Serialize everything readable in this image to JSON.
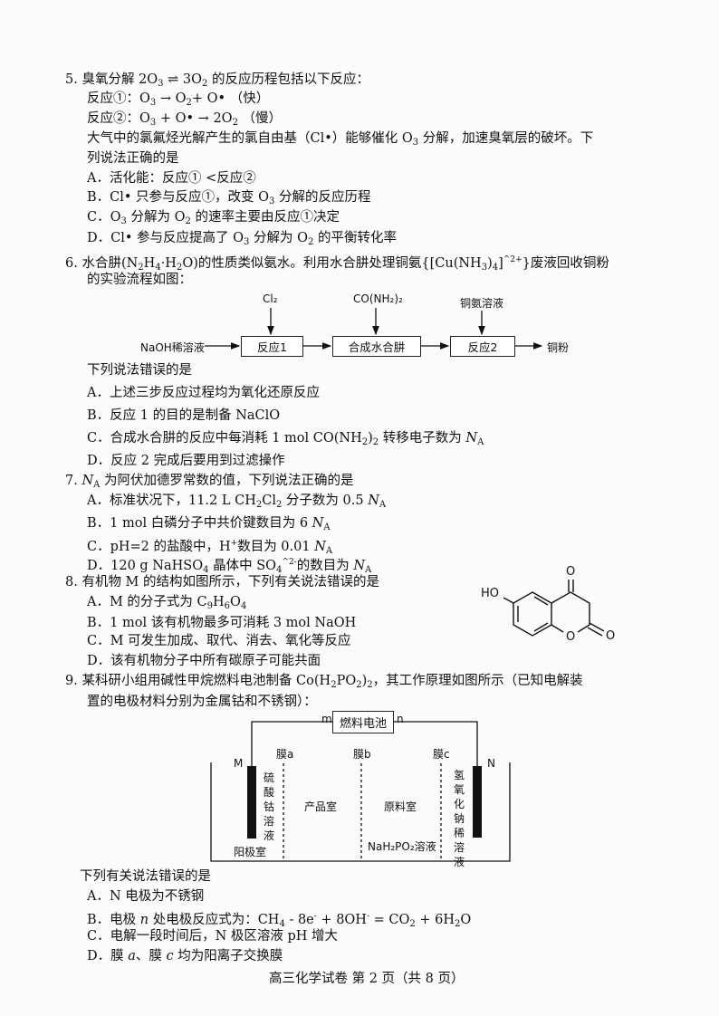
{
  "q5": {
    "stem": [
      "5.  臭氧分解 2O",
      "_3",
      " ⇌ 3O",
      "_2",
      " 的反应历程包括以下反应："
    ],
    "r1": [
      "反应①：O",
      "_3",
      " → O",
      "_2",
      "+ O•      （快）"
    ],
    "r2": [
      "反应②：O",
      "_3",
      " + O• → 2O",
      "_2",
      "    （慢）"
    ],
    "desc1": [
      "大气中的氯氟烃光解产生的氯自由基（Cl•）能够催化 O",
      "_3",
      " 分解，加速臭氧层的破坏。下"
    ],
    "desc2": [
      "列说法正确的是"
    ],
    "A": [
      "A．活化能：反应① <反应②"
    ],
    "B": [
      "B．Cl• 只参与反应①，改变 O",
      "_3",
      " 分解的反应历程"
    ],
    "C": [
      "C．O",
      "_3",
      " 分解为 O",
      "_2",
      " 的速率主要由反应①决定"
    ],
    "D": [
      "D．Cl• 参与反应提高了 O",
      "_3",
      " 分解为 O",
      "_2",
      " 的平衡转化率"
    ]
  },
  "q6": {
    "stem1": [
      "6.  水合肼(N",
      "_2",
      "H",
      "_4",
      "·H",
      "_2",
      "O)的性质类似氨水。利用水合肼处理铜氨{[Cu(NH",
      "_3",
      ")",
      "_4",
      "]",
      "^2+",
      "}废液回收铜粉"
    ],
    "stem2": [
      "的实验流程如图："
    ],
    "flow": {
      "input": "NaOH稀溶液",
      "box1": "反应1",
      "box2": "合成水合肼",
      "box3": "反应2",
      "output": "铜粉",
      "add1": "Cl₂",
      "add2": "CO(NH₂)₂",
      "add3": "铜氨溶液"
    },
    "ask": [
      "下列说法错误的是"
    ],
    "A": [
      "A．上述三步反应过程均为氧化还原反应"
    ],
    "B": [
      "B．反应 1 的目的是制备 NaClO"
    ],
    "C": [
      "C．合成水合肼的反应中每消耗 1 mol CO(NH",
      "_2",
      ")",
      "_2",
      "  转移电子数为 ",
      "/N",
      "_A"
    ],
    "D": [
      "D．反应 2 完成后要用到过滤操作"
    ]
  },
  "q7": {
    "stem": [
      "7.  ",
      "/N",
      "_A",
      " 为阿伏加德罗常数的值，下列说法正确的是"
    ],
    "A": [
      "A．标准状况下，11.2 L CH",
      "_2",
      "Cl",
      "_2",
      " 分子数为 0.5 ",
      "/N",
      "_A"
    ],
    "B": [
      "B．1 mol 白磷分子中共价键数目为 6 ",
      "/N",
      "_A"
    ],
    "C": [
      "C．pH=2 的盐酸中，H",
      "^+",
      "数目为 0.01 ",
      "/N",
      "_A"
    ],
    "D": [
      "D．120 g NaHSO",
      "_4",
      " 晶体中 SO",
      "_4",
      "^2-",
      "的数目为 ",
      "/N",
      "_A"
    ]
  },
  "q8": {
    "stem": [
      "8.  有机物 M 的结构如图所示，下列有关说法错误的是"
    ],
    "A": [
      "A．M 的分子式为 C",
      "_9",
      "H",
      "_6",
      "O",
      "_4"
    ],
    "B": [
      "B．1 mol 该有机物最多可消耗 3 mol NaOH"
    ],
    "C": [
      "C．M 可发生加成、取代、消去、氧化等反应"
    ],
    "D": [
      "D．该有机物分子中所有碳原子可能共面"
    ],
    "structure": {
      "ho": "HO",
      "o_top": "O",
      "o_right": "O",
      "o_ring": "O"
    }
  },
  "q9": {
    "stem1": [
      "9.  某科研小组用碱性甲烷燃料电池制备 Co(H",
      "_2",
      "PO",
      "_2",
      ")",
      "_2",
      "，其工作原理如图所示（已知电解装"
    ],
    "stem2": [
      "置的电极材料分别为金属钴和不锈钢）："
    ],
    "diagram": {
      "cell": "燃料电池",
      "m": "m",
      "n": "n",
      "M": "M",
      "N": "N",
      "mem_a": "膜a",
      "mem_b": "膜b",
      "mem_c": "膜c",
      "left_sol": "硫酸钴溶液",
      "anode_room": "阳极室",
      "product_room": "产品室",
      "feed_room": "原料室",
      "feed_sol": "NaH₂PO₂溶液",
      "right_sol": "氢氧化钠稀溶液"
    },
    "ask": [
      "下列有关说法错误的是"
    ],
    "A": [
      "A．N 电极为不锈钢"
    ],
    "B": [
      "B．电极 ",
      "/n",
      " 处电极反应式为：CH",
      "_4",
      " - 8e",
      "^-",
      " + 8OH",
      "^-",
      " = CO",
      "_2",
      " + 6H",
      "_2",
      "O"
    ],
    "C": [
      "C．电解一段时间后，N 极区溶液 pH 增大"
    ],
    "D": [
      "D．膜 ",
      "/a",
      "、膜 ",
      "/c",
      " 均为阳离子交换膜"
    ]
  },
  "footer": [
    "高三化学试卷  第 2 页（共 8 页）"
  ]
}
